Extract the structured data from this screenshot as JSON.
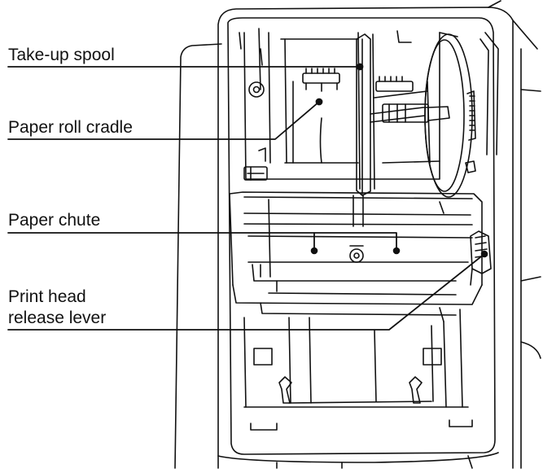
{
  "labels": {
    "takeup_spool": "Take-up spool",
    "paper_roll_cradle": "Paper roll cradle",
    "paper_chute": "Paper chute",
    "print_head_release_lever": {
      "line1": "Print head",
      "line2": "release lever"
    }
  },
  "colors": {
    "line": "#111111",
    "background": "#ffffff"
  }
}
